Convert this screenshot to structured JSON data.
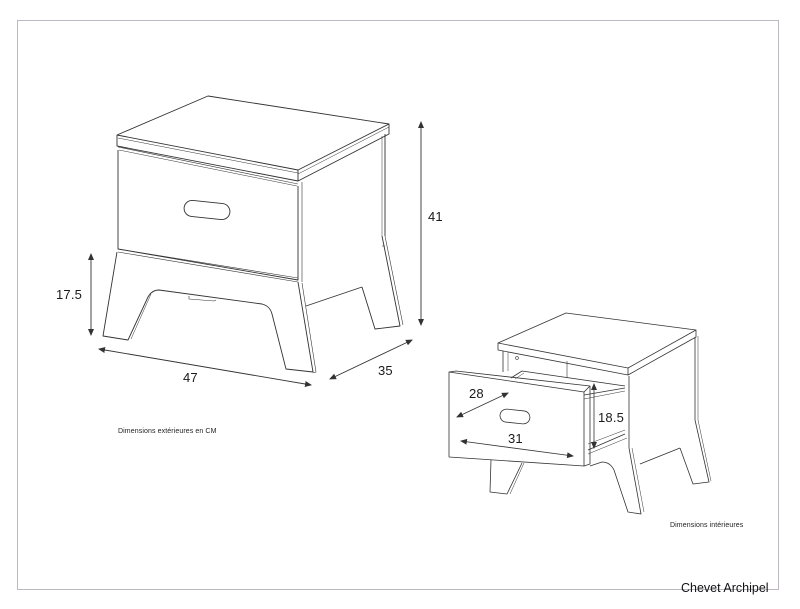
{
  "title": "Chevet Archipel",
  "exterior": {
    "caption": "Dimensions extérieures en CM",
    "dimensions": {
      "height_total": "41",
      "leg_height": "17.5",
      "width": "47",
      "depth": "35"
    }
  },
  "interior": {
    "caption": "Dimensions intérieures",
    "dimensions": {
      "drawer_depth": "28",
      "drawer_width": "31",
      "drawer_height": "18.5"
    }
  },
  "colors": {
    "line": "#333333",
    "frame": "#bdb8c2",
    "background": "#ffffff"
  }
}
